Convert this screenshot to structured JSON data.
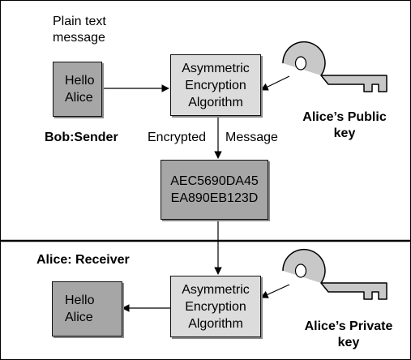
{
  "sender": {
    "plaintext_caption": [
      "Plain text",
      "message"
    ],
    "message_box": [
      "Hello",
      "Alice"
    ],
    "role_label": "Bob:Sender",
    "algorithm_box": [
      "Asymmetric",
      "Encryption",
      "Algorithm"
    ],
    "key_label": [
      "Alice’s Public",
      "key"
    ],
    "key_icon": "key-icon"
  },
  "transit": {
    "edge_label_left": "Encrypted",
    "edge_label_right": "Message",
    "ciphertext": [
      "AEC5690DA45",
      "EA890EB123D"
    ]
  },
  "receiver": {
    "role_label": "Alice: Receiver",
    "algorithm_box": [
      "Asymmetric",
      "Encryption",
      "Algorithm"
    ],
    "message_box": [
      "Hello",
      "Alice"
    ],
    "key_label": [
      "Alice’s Private",
      "key"
    ],
    "key_icon": "key-icon"
  },
  "colors": {
    "message_box_fill": "#a6a6a6",
    "algorithm_box_fill": "#dcdcdc",
    "ciphertext_box_fill": "#a6a6a6",
    "key_fill": "#c8c8c8"
  }
}
